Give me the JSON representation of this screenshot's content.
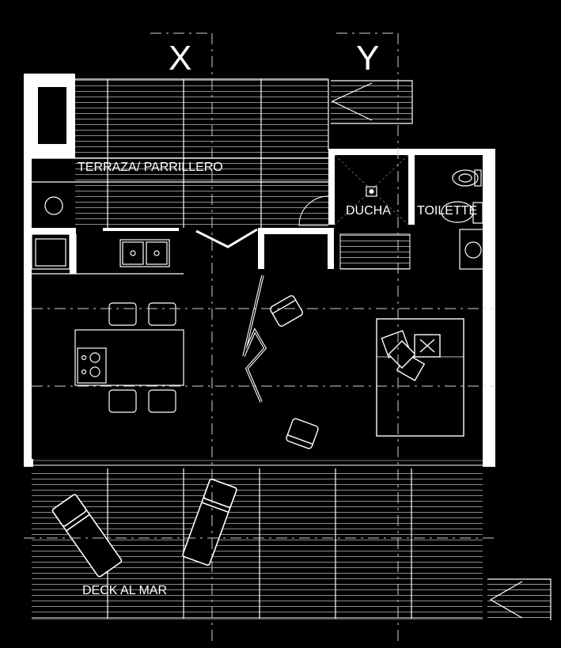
{
  "labels": {
    "axis_x": "X",
    "axis_y": "Y",
    "terraza": "TERRAZA/ PARRILLERO",
    "ducha": "DUCHA",
    "toilette": "TOILETTE",
    "deck": "DECK AL MAR"
  },
  "colors": {
    "background": "#000000",
    "wall": "#ffffff",
    "line": "#ffffff",
    "hatch": "#8a8a8a",
    "dash": "#bfbfbf"
  },
  "icons": [
    "stair-icon",
    "sink-icon",
    "stove-icon",
    "bidet-icon",
    "toilet-icon",
    "shower-drain-icon",
    "chair-icon",
    "lounger-icon",
    "cushion-icon"
  ]
}
